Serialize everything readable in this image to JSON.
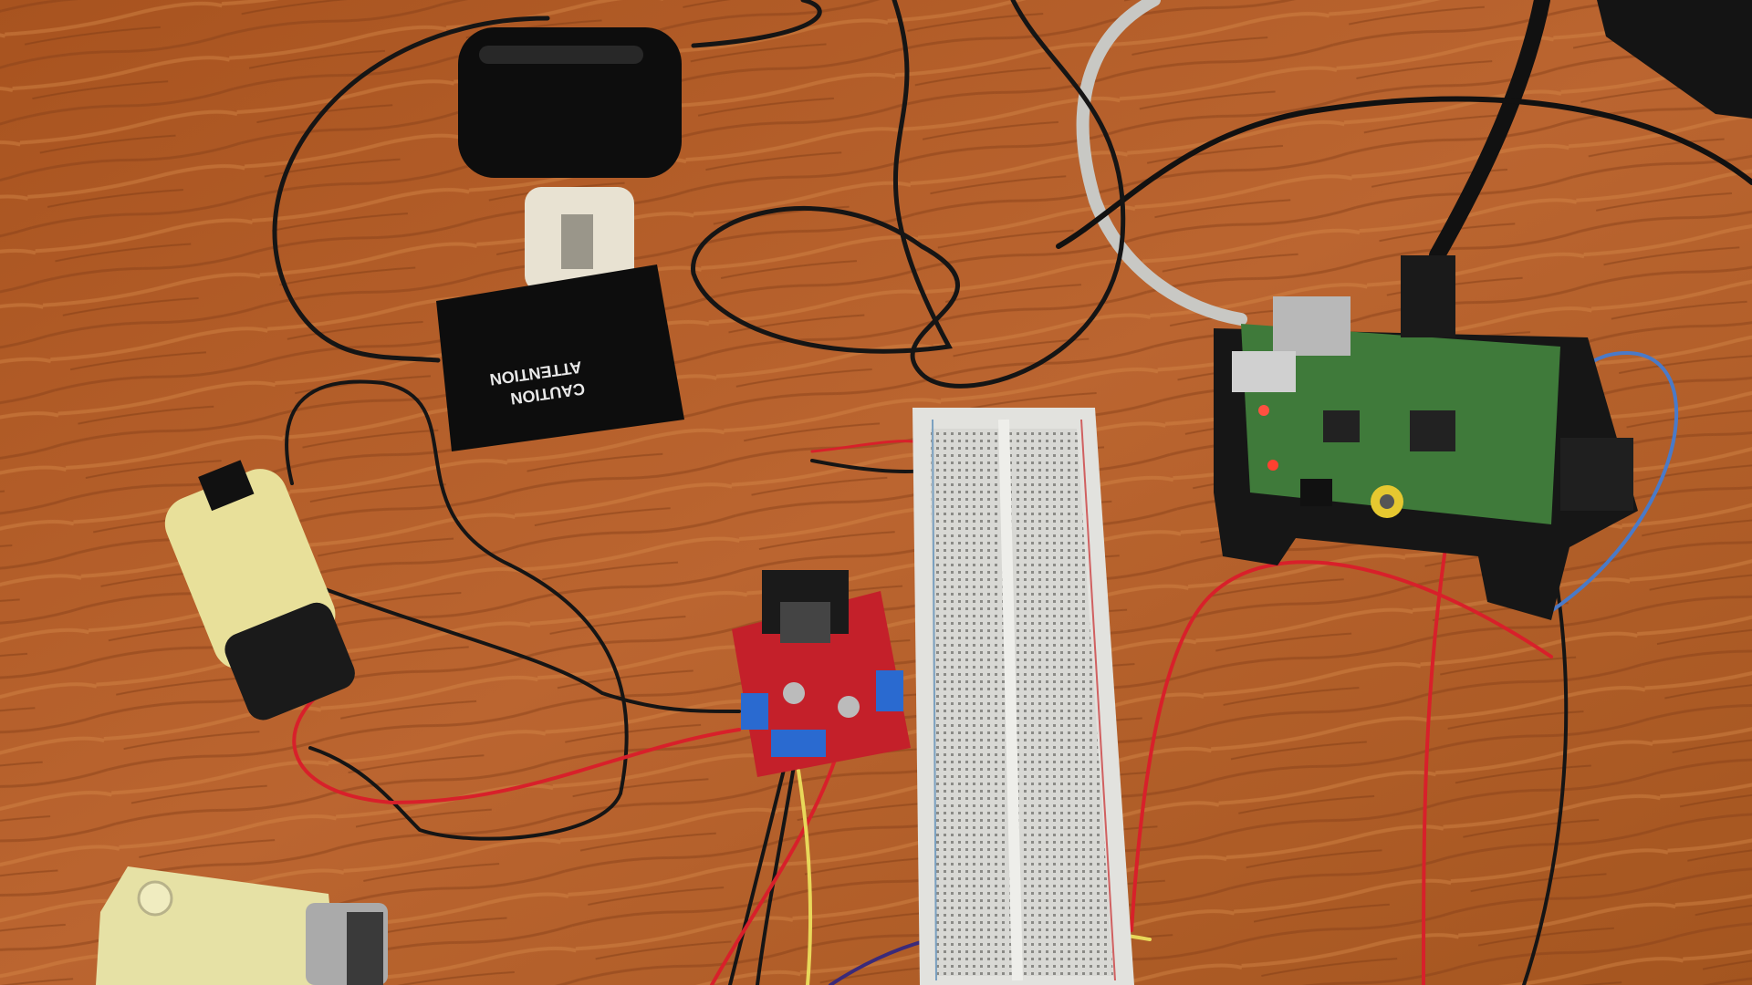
{
  "scene": {
    "description_type": "photo",
    "charger_label_lines": [
      "CAUTION",
      "ATTENTION"
    ]
  },
  "colors": {
    "wood": "#b5622c",
    "wood_dark": "#8a4119",
    "wood_light": "#d07a3e",
    "charger": "#0d0d0d",
    "motor_yellow": "#e8e09a",
    "pcb_green": "#3f7a3a",
    "driver_red": "#c4202a",
    "breadboard": "#dcdcd8",
    "wire_red": "#d8202a",
    "wire_black": "#151515",
    "wire_yellow": "#e8d85a",
    "wire_blue": "#4a7ac8",
    "ethernet_gray": "#c8c8c4"
  }
}
